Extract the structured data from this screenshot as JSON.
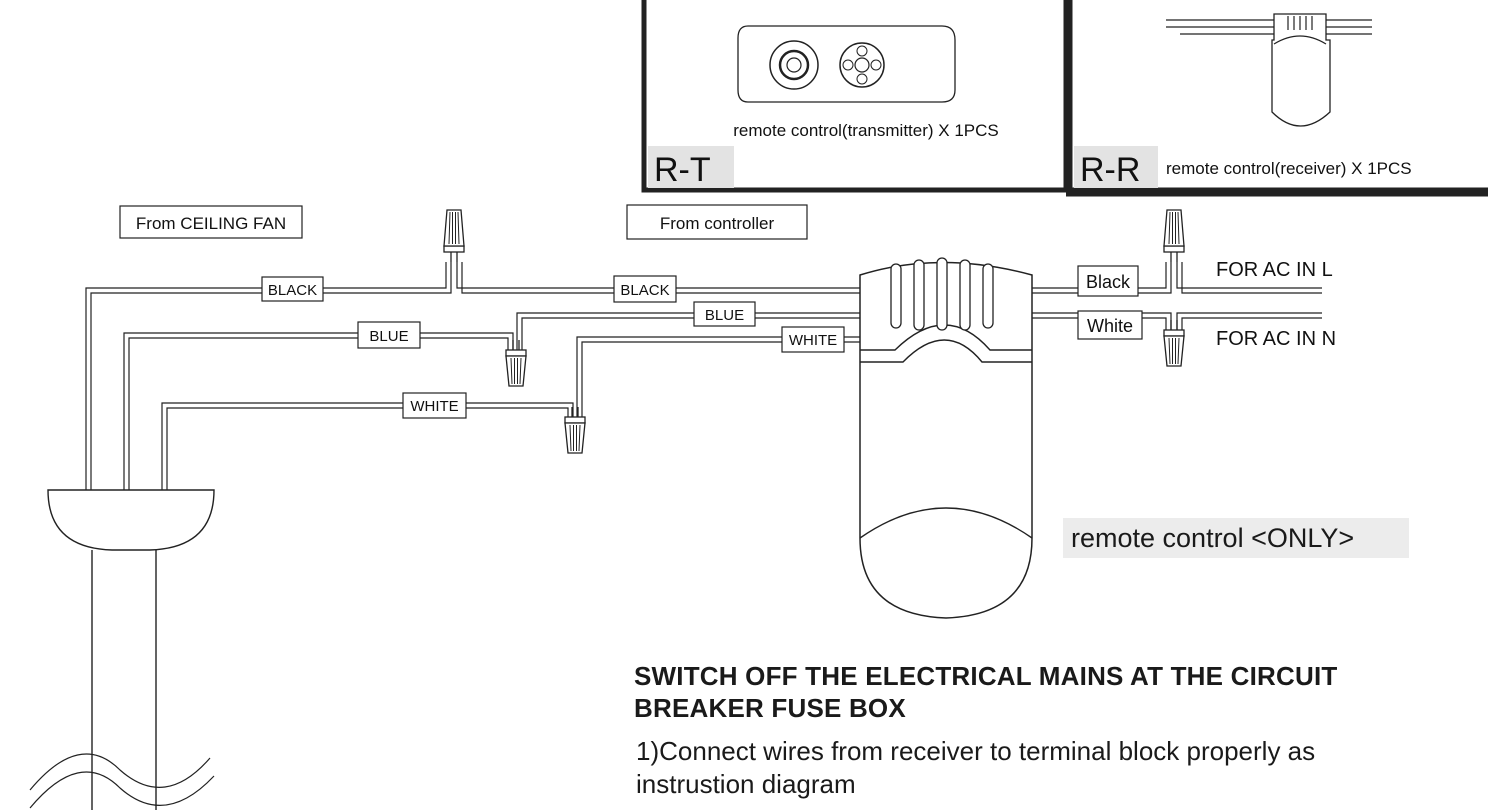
{
  "components": {
    "transmitter": {
      "code": "R-T",
      "caption": "remote control(transmitter)  X 1PCS"
    },
    "receiver": {
      "code": "R-R",
      "caption": "remote control(receiver)  X  1PCS"
    }
  },
  "sources": {
    "ceiling_fan": "From CEILING FAN",
    "controller": "From controller"
  },
  "wire_labels": {
    "fan_black": "BLACK",
    "fan_blue": "BLUE",
    "fan_white": "WHITE",
    "ctrl_black": "BLACK",
    "ctrl_blue": "BLUE",
    "ctrl_white": "WHITE",
    "ac_black": "Black",
    "ac_white": "White"
  },
  "ac_inputs": {
    "live": "FOR AC IN L",
    "neutral": "FOR AC IN N"
  },
  "note": "remote control <ONLY>",
  "warning": "SWITCH OFF THE ELECTRICAL MAINS AT THE CIRCUIT BREAKER FUSE BOX",
  "instruction": "1)Connect wires from receiver to terminal block properly as instrustion diagram",
  "colors": {
    "line": "#222222",
    "panel_bg": "#ffffff",
    "code_bg": "#e3e3e3",
    "note_bg": "#ececec"
  }
}
